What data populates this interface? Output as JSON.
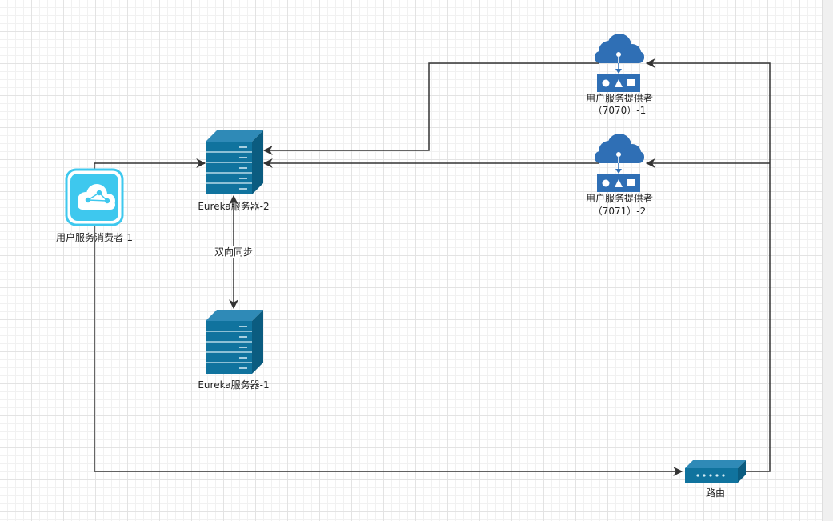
{
  "nodes": {
    "consumer": {
      "label": "用户服务消费者-1",
      "icon": "cloud-network-icon",
      "color": "#3ec8ee"
    },
    "eureka_2": {
      "label": "Eureka服务器-2",
      "icon": "server-icon",
      "color": "#10739e"
    },
    "eureka_1": {
      "label": "Eureka服务器-1",
      "icon": "server-icon",
      "color": "#10739e"
    },
    "provider_1": {
      "label_line1": "用户服务提供者",
      "label_line2": "（7070）-1",
      "icon": "cloud-service-icon",
      "color": "#2f6fb5"
    },
    "provider_2": {
      "label_line1": "用户服务提供者",
      "label_line2": "（7071）-2",
      "icon": "cloud-service-icon",
      "color": "#2f6fb5"
    },
    "router": {
      "label": "路由",
      "icon": "router-icon",
      "color": "#10739e"
    }
  },
  "edges": {
    "sync_label": "双向同步"
  },
  "colors": {
    "edge": "#333333",
    "grid": "#e3e3e3"
  }
}
